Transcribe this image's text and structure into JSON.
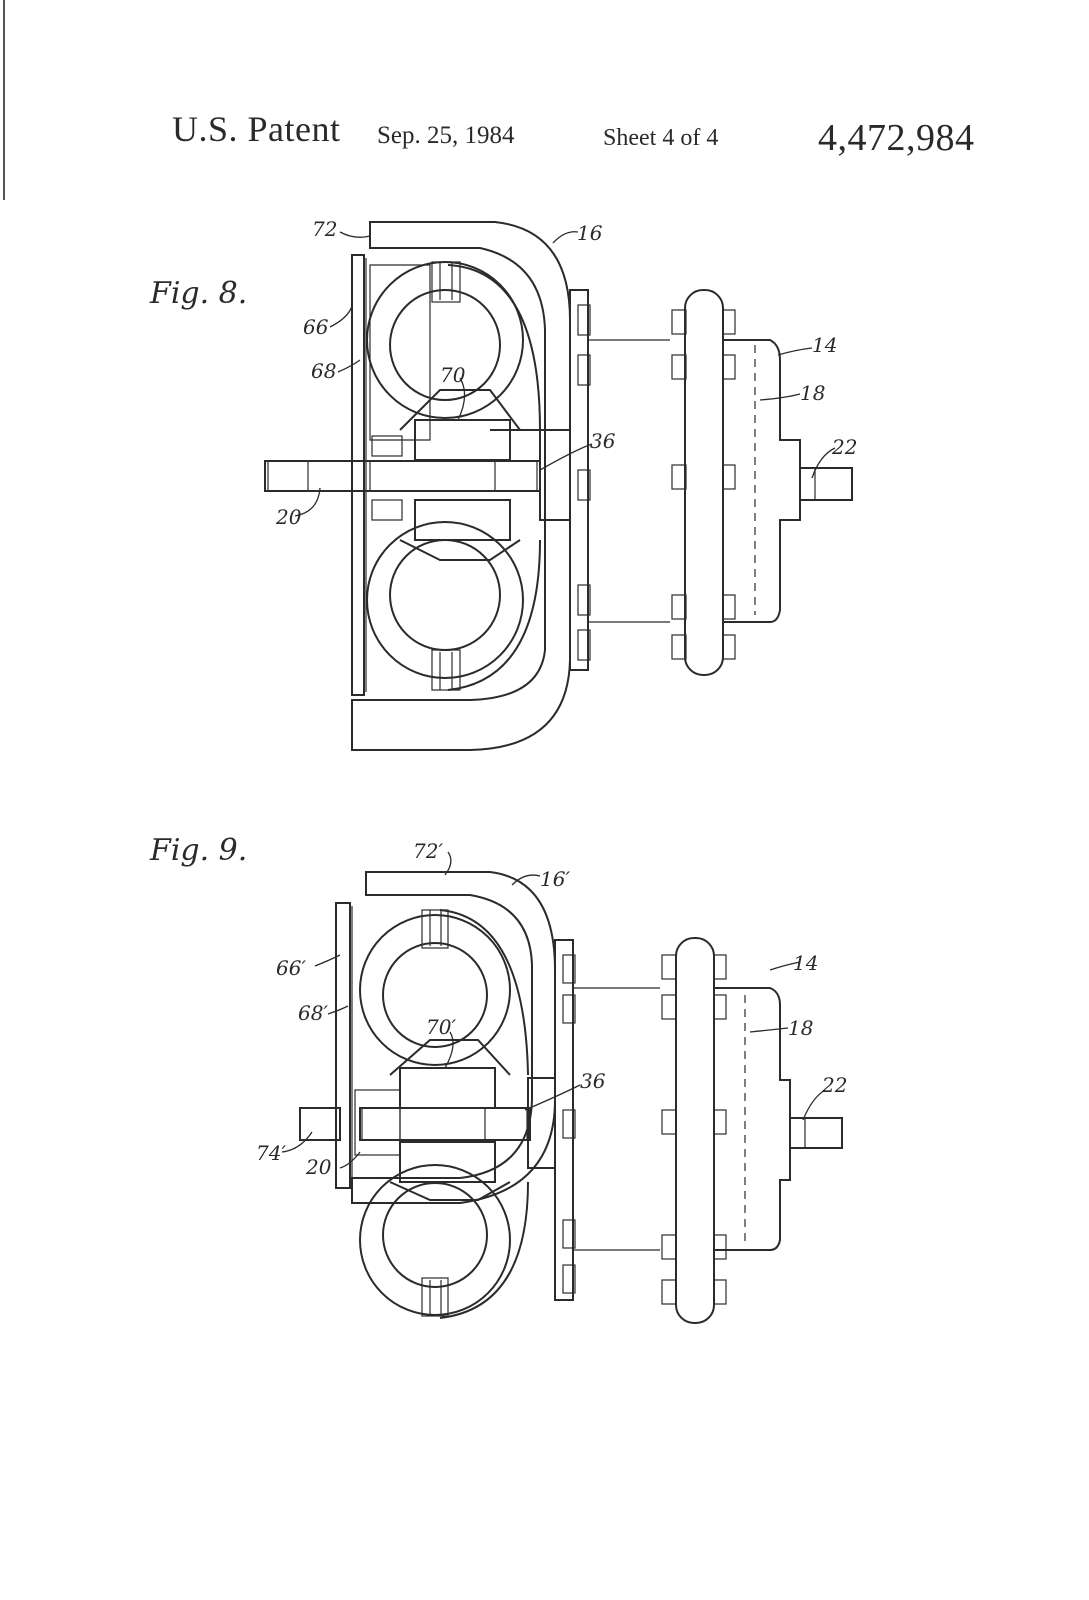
{
  "header": {
    "title": "U.S. Patent",
    "date": "Sep. 25, 1984",
    "sheet": "Sheet 4 of 4",
    "patent_number": "4,472,984"
  },
  "figures": [
    {
      "label": "Fig. 8.",
      "refs": {
        "r72": "72",
        "r16": "16",
        "r66": "66",
        "r68": "68",
        "r70": "70",
        "r36": "36",
        "r14": "14",
        "r18": "18",
        "r22": "22",
        "r20": "20"
      }
    },
    {
      "label": "Fig. 9.",
      "refs": {
        "r72": "72′",
        "r16": "16′",
        "r66": "66′",
        "r68": "68′",
        "r70": "70′",
        "r36": "36",
        "r14": "14",
        "r18": "18",
        "r22": "22",
        "r74": "74′",
        "r20": "20"
      }
    }
  ]
}
